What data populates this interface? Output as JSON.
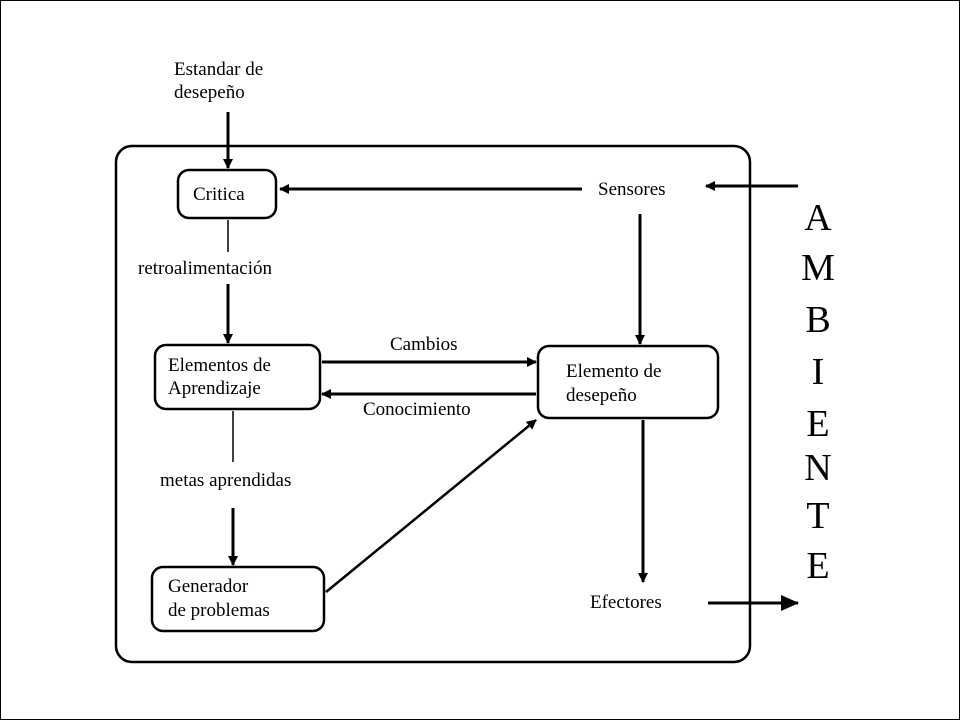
{
  "diagram": {
    "standard_label": [
      "Estandar de",
      "desepeño"
    ],
    "critic_label": "Critica",
    "sensors_label": "Sensores",
    "feedback_label": "retroalimentación",
    "learning_element_label": [
      "Elementos de",
      "Aprendizaje"
    ],
    "changes_label": "Cambios",
    "knowledge_label": "Conocimiento",
    "performance_element_label": [
      "Elemento de",
      "desepeño"
    ],
    "learning_goals_label": "metas aprendidas",
    "problem_generator_label": [
      "Generador",
      "de problemas"
    ],
    "effectors_label": "Efectores",
    "environment_letters": [
      "A",
      "M",
      "B",
      "I",
      "E",
      "N",
      "T",
      "E"
    ]
  },
  "colors": {
    "ink": "#000000",
    "background": "#ffffff"
  }
}
